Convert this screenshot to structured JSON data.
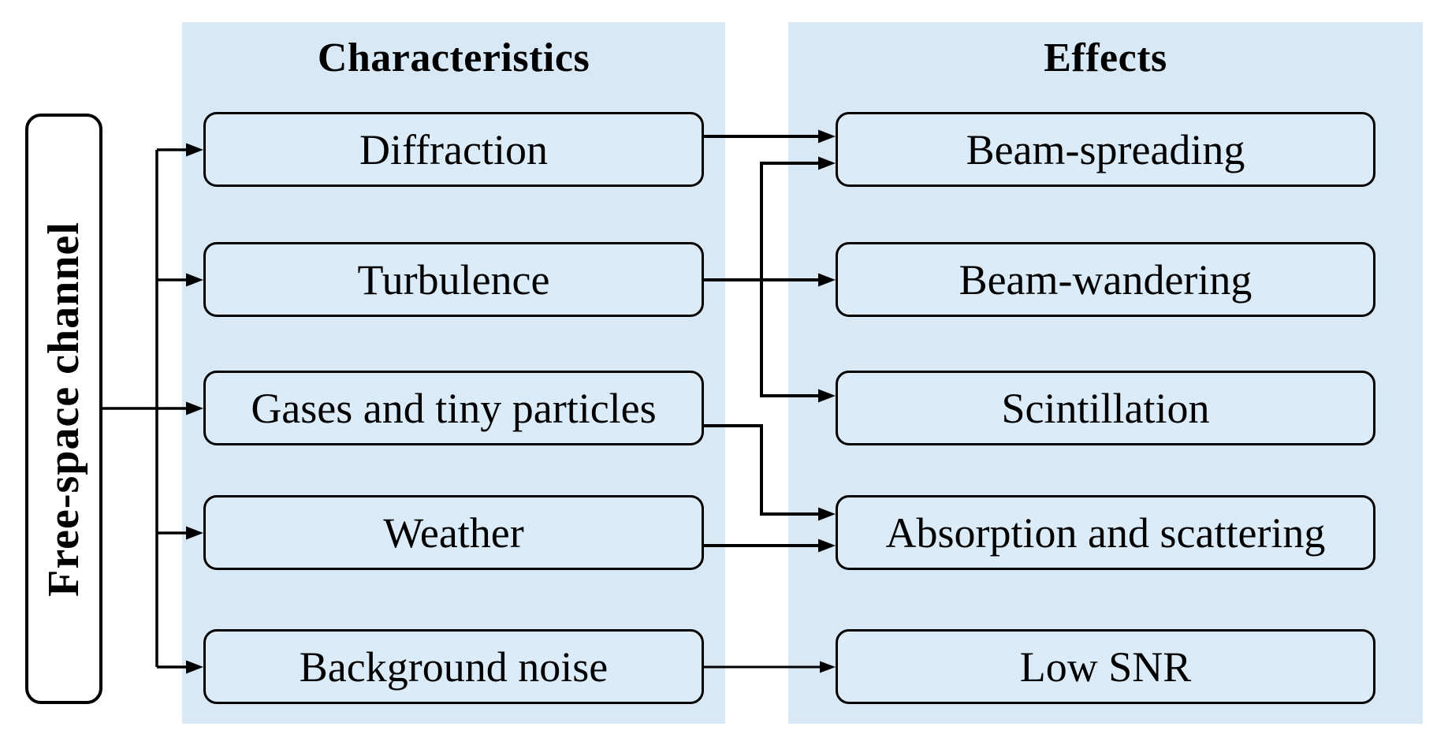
{
  "figure": {
    "source": {
      "label": "Free-space channel"
    },
    "columns": [
      {
        "title": "Characteristics",
        "items": [
          "Diffraction",
          "Turbulence",
          "Gases and tiny particles",
          "Weather",
          "Background noise"
        ]
      },
      {
        "title": "Effects",
        "items": [
          "Beam-spreading",
          "Beam-wandering",
          "Scintillation",
          "Absorption and scattering",
          "Low SNR"
        ]
      }
    ],
    "connections": [
      {
        "from": "Free-space channel",
        "to": "Diffraction"
      },
      {
        "from": "Free-space channel",
        "to": "Turbulence"
      },
      {
        "from": "Free-space channel",
        "to": "Gases and tiny particles"
      },
      {
        "from": "Free-space channel",
        "to": "Weather"
      },
      {
        "from": "Free-space channel",
        "to": "Background noise"
      },
      {
        "from": "Diffraction",
        "to": "Beam-spreading"
      },
      {
        "from": "Turbulence",
        "to": "Beam-spreading"
      },
      {
        "from": "Turbulence",
        "to": "Beam-wandering"
      },
      {
        "from": "Turbulence",
        "to": "Scintillation"
      },
      {
        "from": "Gases and tiny particles",
        "to": "Absorption and scattering"
      },
      {
        "from": "Weather",
        "to": "Absorption and scattering"
      },
      {
        "from": "Background noise",
        "to": "Low SNR"
      }
    ],
    "colors": {
      "background": "#ffffff",
      "panel": "#d8e8f5",
      "box_fill": "#dcebf8",
      "line": "#000000",
      "text": "#000000"
    }
  }
}
